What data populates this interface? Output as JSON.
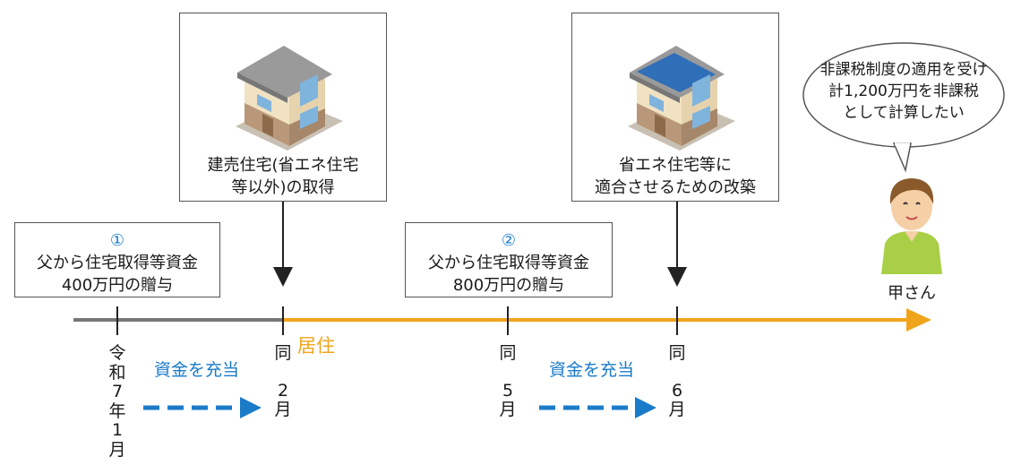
{
  "house_box_1": {
    "line1": "建売住宅(省エネ住宅",
    "line2": "等以外)の取得"
  },
  "house_box_2": {
    "line1": "省エネ住宅等に",
    "line2": "適合させるための改築"
  },
  "gift_box_1": {
    "number": "①",
    "line1": "父から住宅取得等資金",
    "line2": "400万円の贈与"
  },
  "gift_box_2": {
    "number": "②",
    "line1": "父から住宅取得等資金",
    "line2": "800万円の贈与"
  },
  "speech": {
    "line1": "非課税制度の適用を受け",
    "line2": "計1,200万円を非課税",
    "line3": "として計算したい"
  },
  "person_label": "甲さん",
  "residence_label": "居住",
  "fund_label_1": "資金を充当",
  "fund_label_2": "資金を充当",
  "date_1": [
    "令",
    "和",
    "7",
    "年",
    "1",
    "月"
  ],
  "date_2": [
    "同",
    "",
    "2",
    "月"
  ],
  "date_3": [
    "同",
    "",
    "5",
    "月"
  ],
  "date_4": [
    "同",
    "",
    "6",
    "月"
  ],
  "colors": {
    "timeline_gray": "#777777",
    "timeline_orange": "#f0a41c",
    "accent_blue": "#1a7bc9"
  }
}
